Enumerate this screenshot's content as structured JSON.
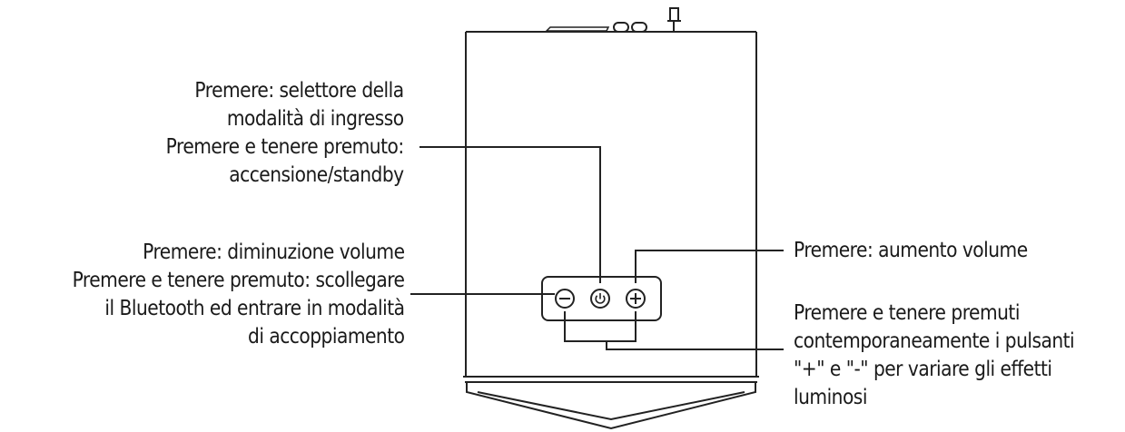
{
  "labels": {
    "input_mode": {
      "line1": "Premere: selettore della",
      "line2": "modalità di ingresso",
      "line3": "Premere e tenere premuto:",
      "line4": "accensione/standby"
    },
    "volume_down": {
      "line1": "Premere: diminuzione volume",
      "line2": "Premere e tenere premuto: scollegare",
      "line3": "il Bluetooth ed entrare in modalità",
      "line4": "di accoppiamento"
    },
    "volume_up": {
      "line1": "Premere: aumento volume"
    },
    "light_effects": {
      "line1": "Premere e tenere premuti",
      "line2": "contemporaneamente i pulsanti",
      "line3": "\"+\" e \"-\" per variare gli effetti",
      "line4": "luminosi"
    }
  },
  "buttons": {
    "minus_symbol": "−",
    "plus_symbol": "+"
  },
  "colors": {
    "stroke": "#222222",
    "text": "#1a1a1a"
  }
}
